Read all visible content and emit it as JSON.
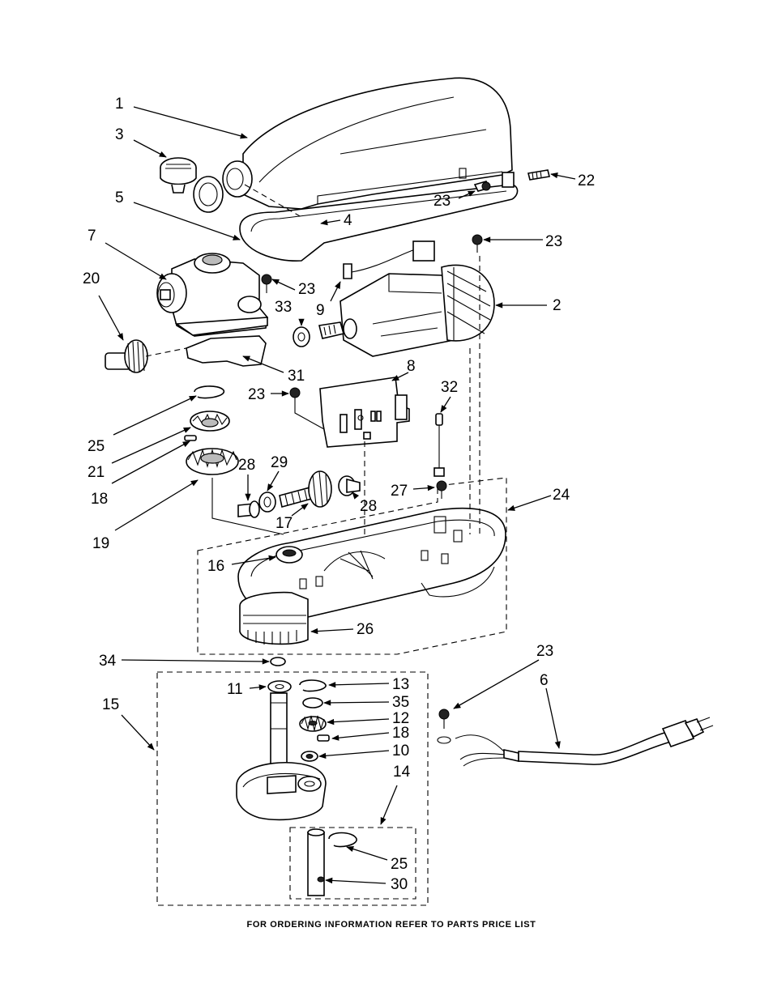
{
  "callouts": {
    "c1": "1",
    "c2": "2",
    "c3": "3",
    "c4": "4",
    "c5": "5",
    "c6": "6",
    "c7": "7",
    "c8": "8",
    "c9": "9",
    "c10": "10",
    "c11": "11",
    "c12": "12",
    "c13": "13",
    "c14": "14",
    "c15": "15",
    "c16": "16",
    "c17": "17",
    "c18a": "18",
    "c18b": "18",
    "c19": "19",
    "c20": "20",
    "c21": "21",
    "c22": "22",
    "c23a": "23",
    "c23b": "23",
    "c23c": "23",
    "c23d": "23",
    "c23e": "23",
    "c24": "24",
    "c25a": "25",
    "c25b": "25",
    "c26": "26",
    "c27": "27",
    "c28a": "28",
    "c28b": "28",
    "c29": "29",
    "c30": "30",
    "c31": "31",
    "c32": "32",
    "c33": "33",
    "c34": "34",
    "c35": "35"
  },
  "footer": "FOR ORDERING INFORMATION REFER TO PARTS PRICE LIST"
}
